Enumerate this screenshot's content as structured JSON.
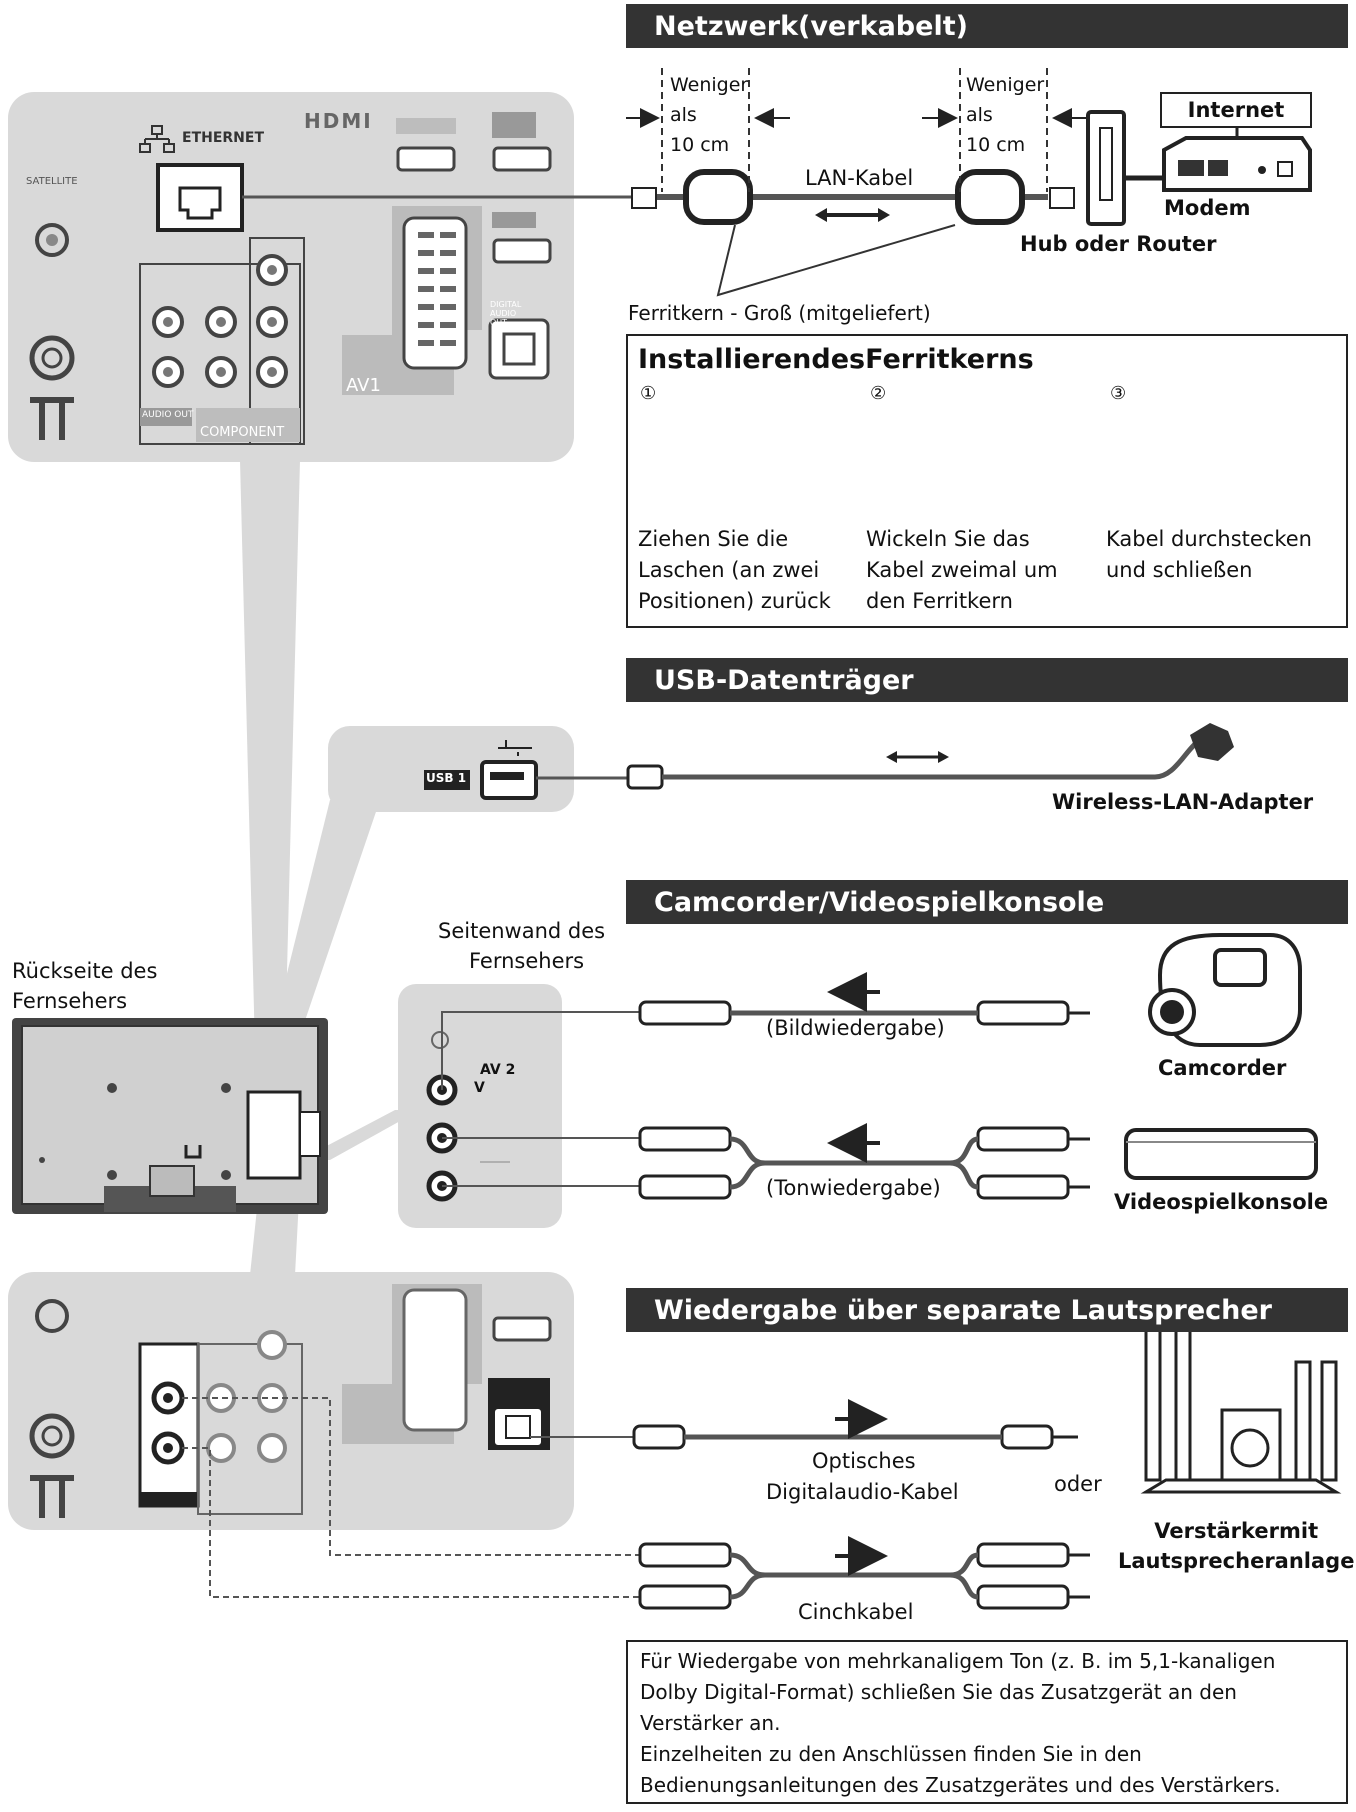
{
  "sections": {
    "network": "Netzwerk(verkabelt)",
    "usb": "USB-Datenträger",
    "camcorder": "Camcorder/Videospielkonsole",
    "speakers": "Wiedergabe über separate Lautsprecher"
  },
  "network": {
    "distance_left": [
      "Weniger",
      "als",
      "10 cm"
    ],
    "distance_right": [
      "Weniger",
      "als",
      "10 cm"
    ],
    "lan_cable": "LAN-Kabel",
    "internet": "Internet",
    "modem": "Modem",
    "router": "Hub oder Router",
    "ferrite_label": "Ferritkern - Groß (mitgeliefert)"
  },
  "ferrite": {
    "title": "InstallierendesFerritkerns",
    "steps": [
      {
        "num": "①",
        "lines": [
          "Ziehen Sie die",
          "Laschen (an zwei",
          "Positionen) zurück"
        ]
      },
      {
        "num": "②",
        "lines": [
          "Wickeln Sie das",
          "Kabel zweimal um",
          "den Ferritkern"
        ]
      },
      {
        "num": "③",
        "lines": [
          "Kabel durchstecken",
          "und schließen"
        ]
      }
    ]
  },
  "tv_panel_top": {
    "ethernet": "ETHERNET",
    "hdmi": "HDMI",
    "satellite": "SATELLITE",
    "av1": "AV1",
    "component": "COMPONENT",
    "audio_out": "AUDIO OUT",
    "digital_audio_out": "DIGITAL AUDIO OUT"
  },
  "usb": {
    "port": "USB 1",
    "adapter": "Wireless-LAN-Adapter"
  },
  "tv": {
    "back_label": [
      "Rückseite des",
      "Fernsehers"
    ],
    "side_label": [
      "Seitenwand des",
      "Fernsehers"
    ],
    "av2": "AV 2",
    "v": "V"
  },
  "camcorder": {
    "video_playback": "(Bildwiedergabe)",
    "audio_playback": "(Tonwiedergabe)",
    "camcorder": "Camcorder",
    "console": "Videospielkonsole"
  },
  "speakers": {
    "optical_cable": [
      "Optisches",
      "Digitalaudio-Kabel"
    ],
    "or": "oder",
    "cinch_cable": "Cinchkabel",
    "amplifier": [
      "Verstärkermit",
      "Lautsprecheranlage"
    ],
    "note": [
      "Für Wiedergabe von mehrkanaligem Ton (z. B. im 5,1-kanaligen",
      "Dolby Digital-Format) schließen Sie das Zusatzgerät an den",
      "Verstärker an.",
      "Einzelheiten zu den Anschlüssen finden Sie in den",
      "Bedienungsanleitungen des Zusatzgerätes und des Verstärkers."
    ]
  }
}
